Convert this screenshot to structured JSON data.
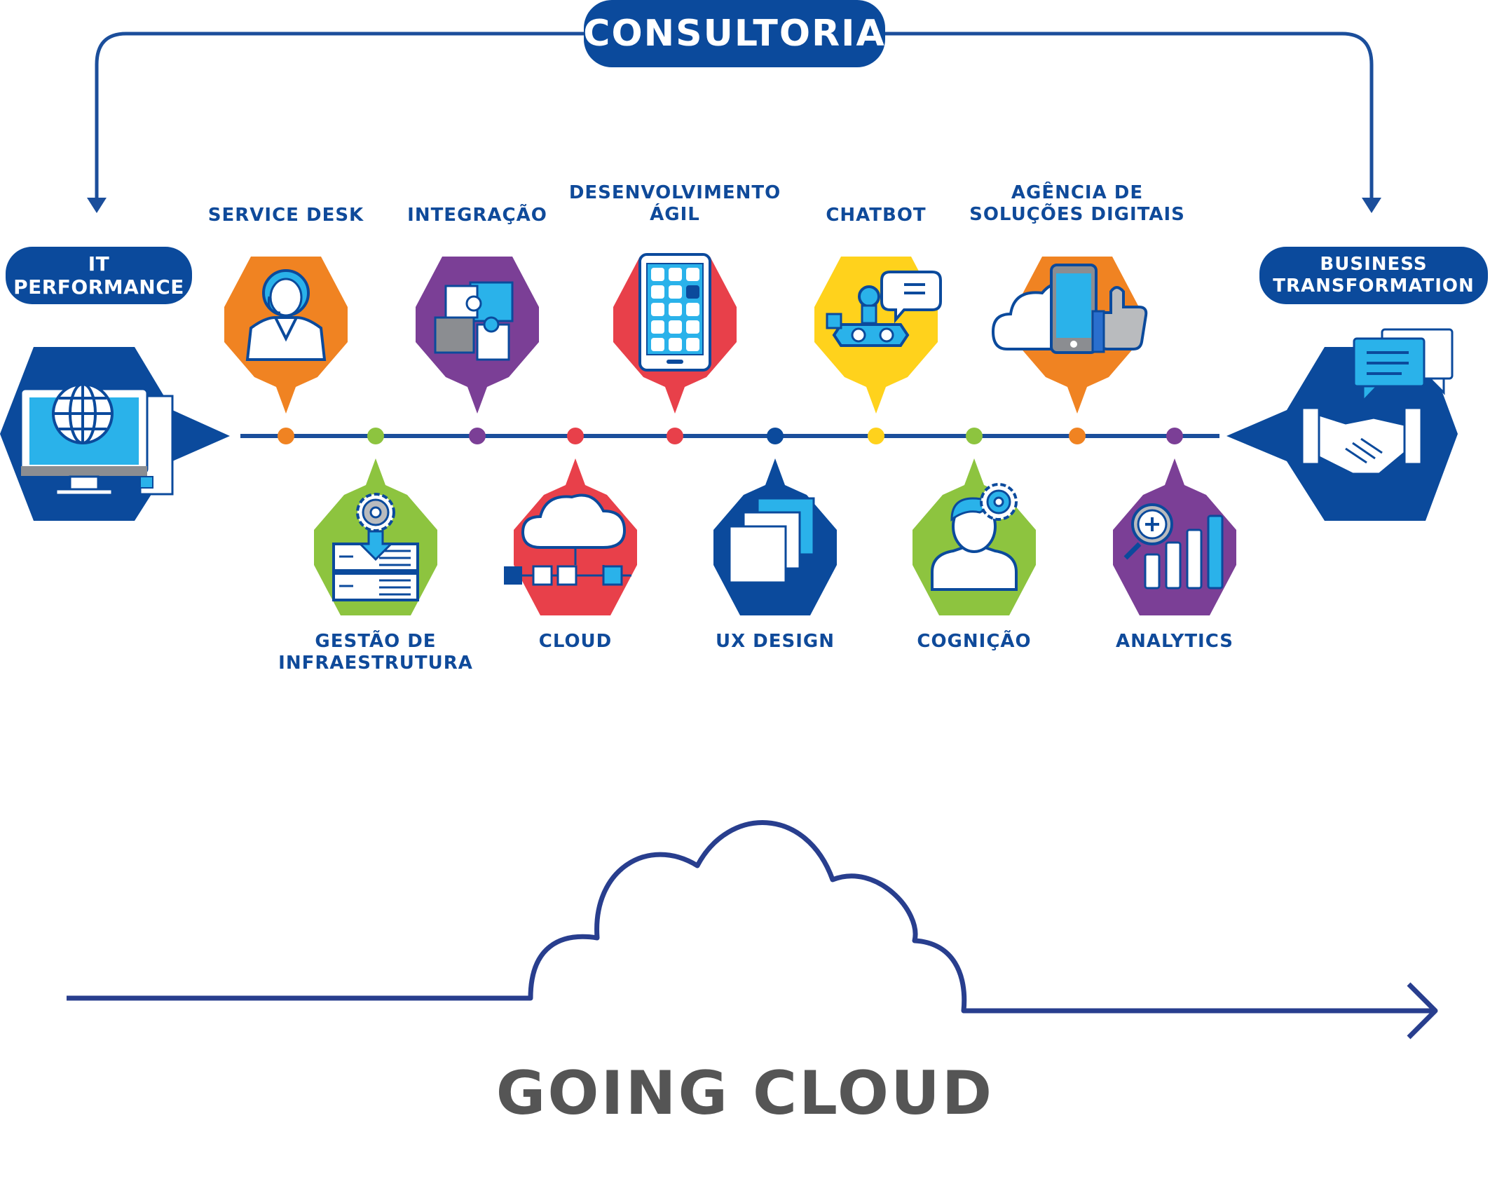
{
  "consultoria": "CONSULTORIA",
  "it_performance": "IT PERFORMANCE",
  "business_transformation": "BUSINESS\nTRANSFORMATION",
  "top_items": [
    {
      "label": "SERVICE DESK",
      "color": "#f08322",
      "icon": "headset-person-icon"
    },
    {
      "label": "INTEGRAÇÃO",
      "color": "#7b3f96",
      "icon": "puzzle-icon"
    },
    {
      "label": "DESENVOLVIMENTO\nÁGIL",
      "color": "#e8404a",
      "icon": "tablet-icon"
    },
    {
      "label": "CHATBOT",
      "color": "#ffd21c",
      "icon": "robot-chat-icon"
    },
    {
      "label": "AGÊNCIA DE\nSOLUÇÕES DIGITAIS",
      "color": "#f08322",
      "icon": "phone-thumbs-up-icon"
    }
  ],
  "bottom_items": [
    {
      "label": "GESTÃO DE\nINFRAESTRUTURA",
      "color": "#8dc43f",
      "icon": "server-gear-icon"
    },
    {
      "label": "CLOUD",
      "color": "#e8404a",
      "icon": "cloud-network-icon"
    },
    {
      "label": "UX DESIGN",
      "color": "#0b4a9c",
      "icon": "layers-icon"
    },
    {
      "label": "COGNIÇÃO",
      "color": "#8dc43f",
      "icon": "head-gear-icon"
    },
    {
      "label": "ANALYTICS",
      "color": "#7b3f96",
      "icon": "bar-chart-magnifier-icon"
    }
  ],
  "timeline_dot_colors": [
    "#f08322",
    "#8dc43f",
    "#7b3f96",
    "#e8404a",
    "#e8404a",
    "#0b4a9c",
    "#ffd21c",
    "#8dc43f",
    "#f08322",
    "#7b3f96"
  ],
  "going_cloud": "GOING CLOUD",
  "colors": {
    "navy": "#0b4a9c",
    "line": "#1b4e9b",
    "bottom_line": "#283e8e",
    "gray_text": "#555555",
    "light_blue": "#2ab2ea"
  }
}
